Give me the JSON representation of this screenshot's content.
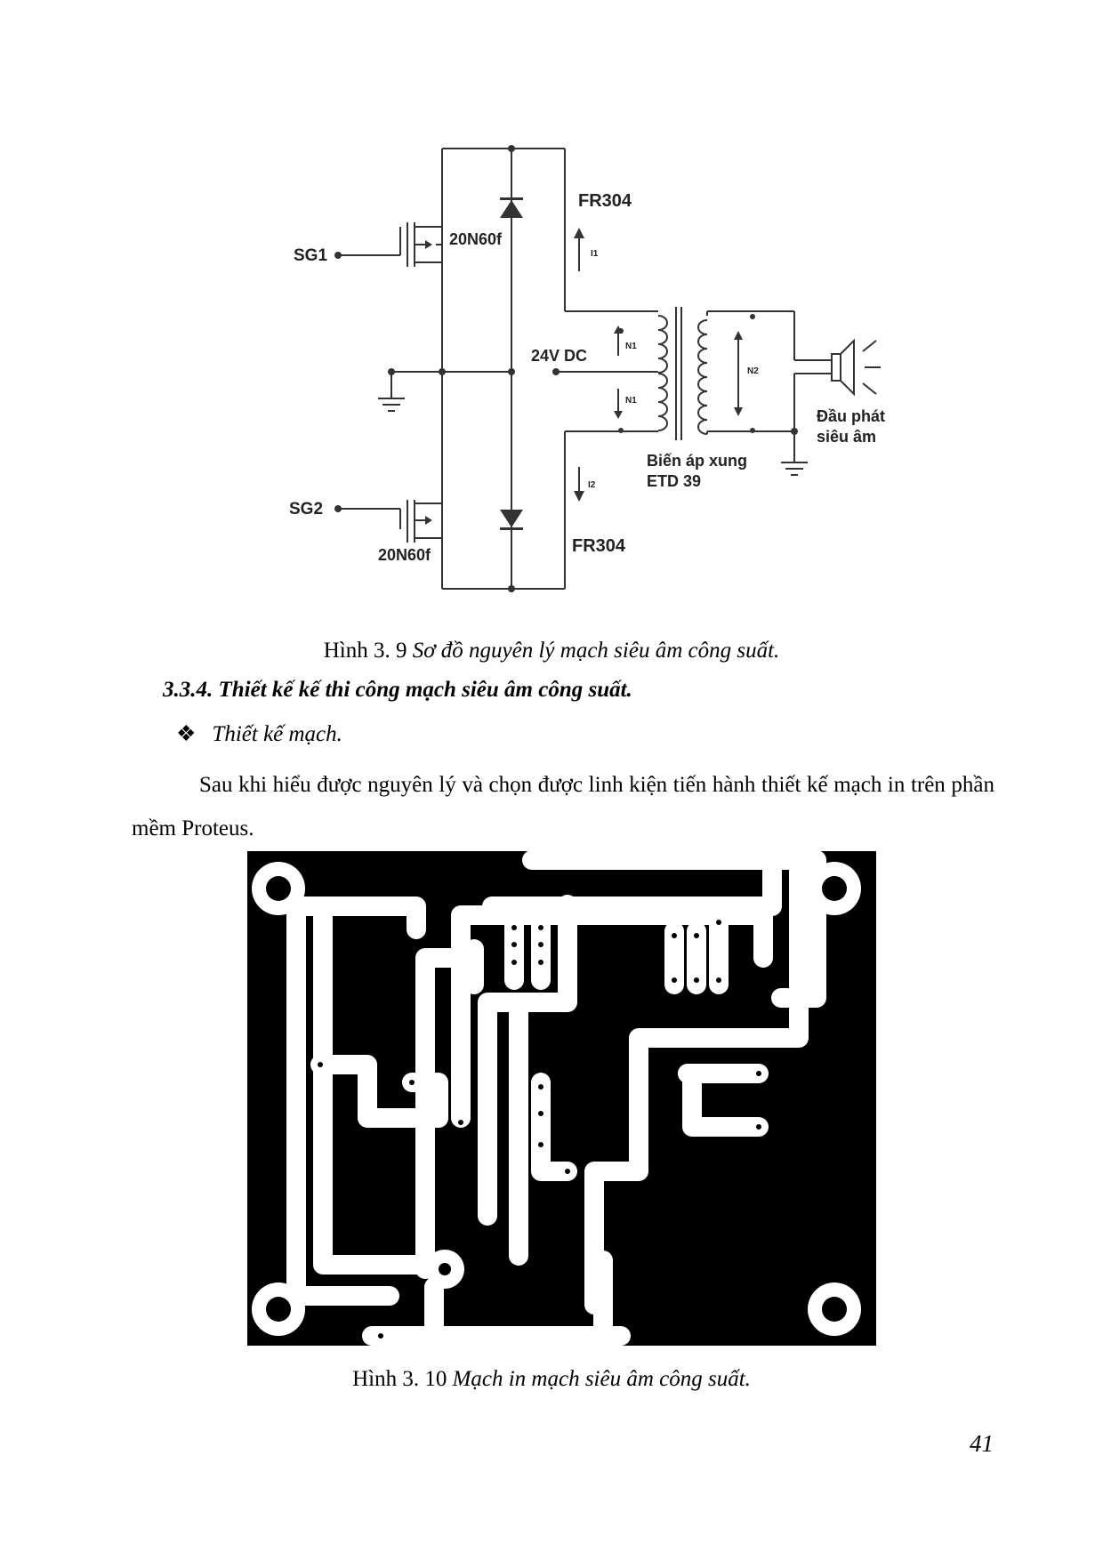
{
  "schematic": {
    "labels": {
      "sg1": "SG1",
      "sg2": "SG2",
      "q1": "20N60f",
      "q2": "20N60f",
      "d1": "FR304",
      "d2": "FR304",
      "i1": "I1",
      "i2": "I2",
      "supply": "24V DC",
      "n1a": "N1",
      "n1b": "N1",
      "n2": "N2",
      "transformer_1": "Biến áp xung",
      "transformer_2": "ETD 39",
      "transducer_1": "Đầu phát",
      "transducer_2": "siêu âm"
    }
  },
  "figure_9": {
    "prefix": "Hình 3. 9",
    "caption": "Sơ đồ nguyên lý mạch siêu âm công suất."
  },
  "section": {
    "heading": "3.3.4. Thiết kế kế thi công mạch siêu âm công suất."
  },
  "bullet": {
    "symbol": "❖",
    "text": "Thiết kế mạch."
  },
  "paragraph": "Sau khi hiểu được nguyên lý và chọn được linh kiện tiến hành thiết kế mạch in trên phần mềm Proteus.",
  "figure_10": {
    "prefix": "Hình 3. 10",
    "caption": "Mạch in mạch siêu âm công suất."
  },
  "page_number": "41"
}
